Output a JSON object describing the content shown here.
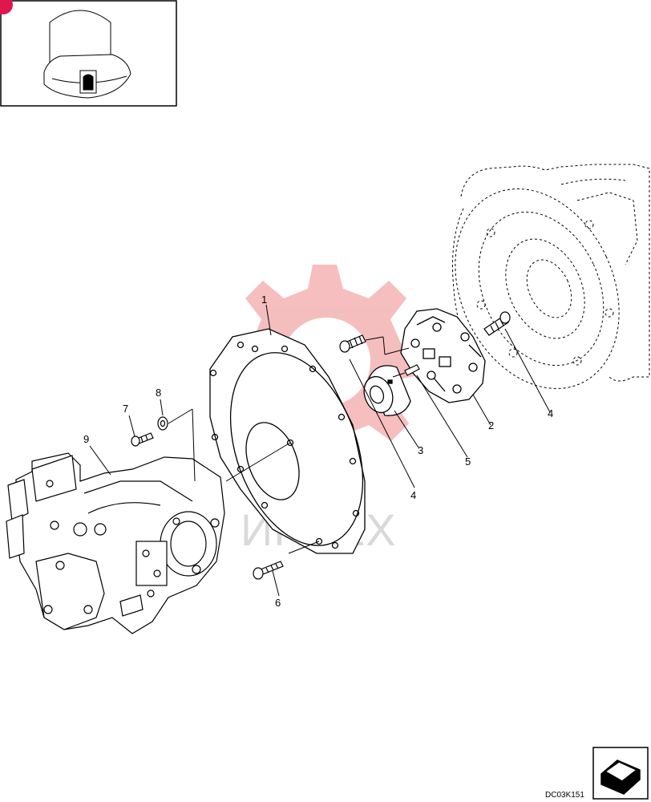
{
  "diagram": {
    "callouts": [
      {
        "id": "c1",
        "label": "1"
      },
      {
        "id": "c2",
        "label": "2"
      },
      {
        "id": "c3",
        "label": "3"
      },
      {
        "id": "c4a",
        "label": "4"
      },
      {
        "id": "c4b",
        "label": "4"
      },
      {
        "id": "c5",
        "label": "5"
      },
      {
        "id": "c6",
        "label": "6"
      },
      {
        "id": "c7",
        "label": "7"
      },
      {
        "id": "c8",
        "label": "8"
      },
      {
        "id": "c9",
        "label": "9"
      }
    ],
    "drawing_code": "DC03K151",
    "watermark_text": "ИНТЕХ",
    "colors": {
      "line": "#000000",
      "watermark_gear": "#f4b3b3",
      "watermark_text": "#d9d9d9",
      "badge": "#e0174f"
    }
  }
}
